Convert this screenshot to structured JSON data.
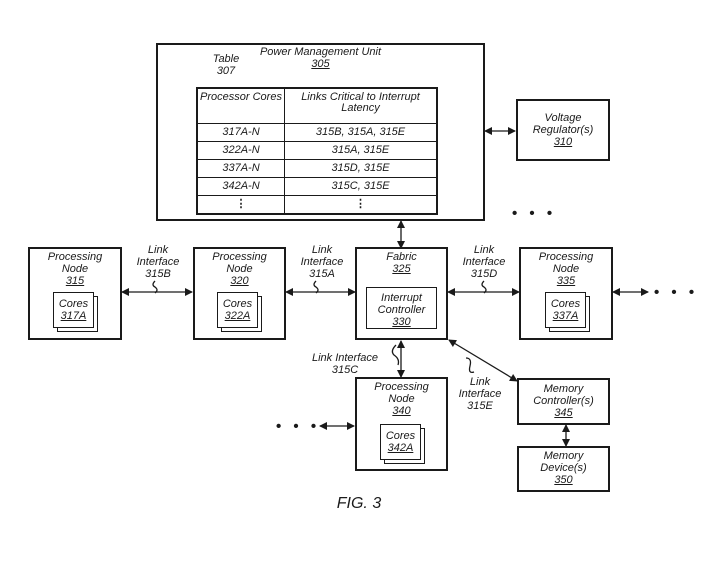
{
  "pmu": {
    "title": "Power Management Unit",
    "ref": "305"
  },
  "table": {
    "label": "Table",
    "ref": "307",
    "headers": [
      "Processor Cores",
      "Links Critical to Interrupt Latency"
    ],
    "rows": [
      [
        "317A-N",
        "315B, 315A, 315E"
      ],
      [
        "322A-N",
        "315A, 315E"
      ],
      [
        "337A-N",
        "315D, 315E"
      ],
      [
        "342A-N",
        "315C, 315E"
      ],
      [
        "⋮",
        "⋮"
      ]
    ]
  },
  "voltage_regulator": {
    "line1": "Voltage",
    "line2": "Regulator(s)",
    "ref": "310"
  },
  "node315": {
    "line1": "Processing",
    "line2": "Node",
    "ref": "315",
    "cores": "Cores",
    "cores_ref": "317A"
  },
  "node320": {
    "line1": "Processing",
    "line2": "Node",
    "ref": "320",
    "cores": "Cores",
    "cores_ref": "322A"
  },
  "node335": {
    "line1": "Processing",
    "line2": "Node",
    "ref": "335",
    "cores": "Cores",
    "cores_ref": "337A"
  },
  "node340": {
    "line1": "Processing",
    "line2": "Node",
    "ref": "340",
    "cores": "Cores",
    "cores_ref": "342A"
  },
  "fabric": {
    "label": "Fabric",
    "ref": "325"
  },
  "interrupt_controller": {
    "line1": "Interrupt",
    "line2": "Controller",
    "ref": "330"
  },
  "memory_controller": {
    "line1": "Memory",
    "line2": "Controller(s)",
    "ref": "345"
  },
  "memory_device": {
    "line1": "Memory",
    "line2": "Device(s)",
    "ref": "350"
  },
  "links": {
    "l315b": {
      "line1": "Link",
      "line2": "Interface",
      "line3": "315B"
    },
    "l315a": {
      "line1": "Link",
      "line2": "Interface",
      "line3": "315A"
    },
    "l315d": {
      "line1": "Link",
      "line2": "Interface",
      "line3": "315D"
    },
    "l315c": {
      "line1": "Link Interface",
      "line2": "315C"
    },
    "l315e": {
      "line1": "Link",
      "line2": "Interface",
      "line3": "315E"
    }
  },
  "ellipsis": "• • •",
  "figure_caption": "FIG. 3"
}
